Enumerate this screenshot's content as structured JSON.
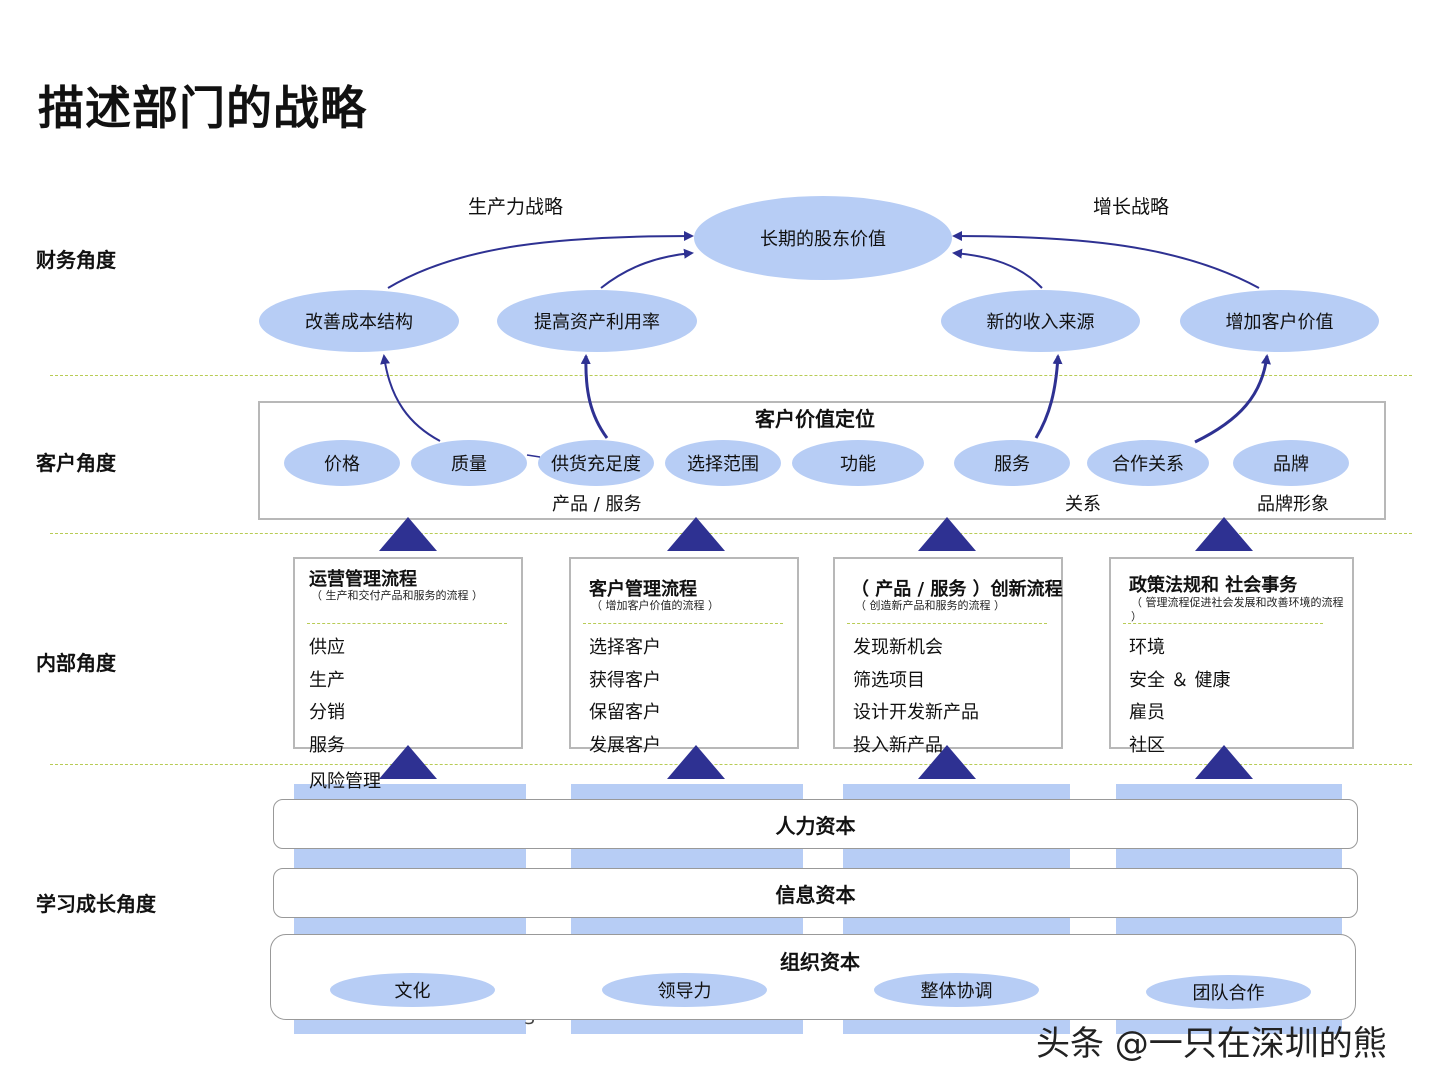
{
  "title": "描述部门的战略",
  "perspectives": {
    "financial": "财务角度",
    "customer": "客户角度",
    "internal": "内部角度",
    "learning": "学习成长角度"
  },
  "financial": {
    "productivity_strategy": "生产力战略",
    "growth_strategy": "增长战略",
    "top_goal": "长期的股东价值",
    "goals": [
      "改善成本结构",
      "提高资产利用率",
      "新的收入来源",
      "增加客户价值"
    ]
  },
  "customer": {
    "title": "客户价值定位",
    "attributes": [
      "价格",
      "质量",
      "供货充足度",
      "选择范围",
      "功能",
      "服务",
      "合作关系",
      "品牌"
    ],
    "groups": [
      "产品 / 服务",
      "关系",
      "品牌形象"
    ]
  },
  "processes": [
    {
      "title": "运营管理流程",
      "subtitle": "（ 生产和交付产品和服务的流程 ）",
      "items": [
        "供应",
        "生产",
        "分销",
        "服务",
        "风险管理"
      ]
    },
    {
      "title": "客户管理流程",
      "subtitle": "（ 增加客户价值的流程 ）",
      "items": [
        "选择客户",
        "获得客户",
        "保留客户",
        "发展客户"
      ]
    },
    {
      "title": "（ 产品 / 服务 ）创新流程",
      "subtitle": "（ 创造新产品和服务的流程 ）",
      "items": [
        "发现新机会",
        "筛选项目",
        "设计开发新产品",
        "投入新产品"
      ]
    },
    {
      "title": "政策法规和 社会事务",
      "subtitle": "（ 管理流程促进社会发展和改善环境的流程 ）",
      "items": [
        "环境",
        "安全 ＆ 健康",
        "雇员",
        "社区"
      ]
    }
  ],
  "learning": {
    "human_capital": "人力资本",
    "information_capital": "信息资本",
    "organization_capital": "组织资本",
    "org_items": [
      "文化",
      "领导力",
      "整体协调",
      "团队合作"
    ]
  },
  "stray_text": "3",
  "watermark": "头条 @一只在深圳的熊",
  "colors": {
    "ellipse": "#b7cdf5",
    "arrow": "#2e3192",
    "divider": "#b8cc55",
    "box_border": "#b8b8b8"
  }
}
